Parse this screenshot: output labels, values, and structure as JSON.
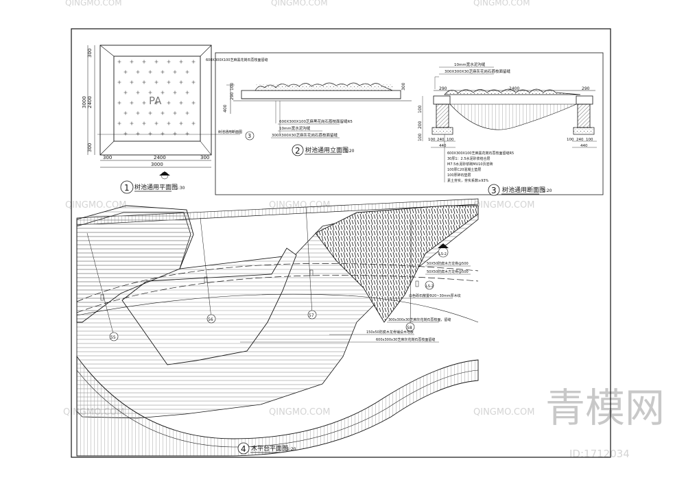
{
  "drawing": {
    "plan1": {
      "number": "1",
      "title": "树池通用平面图",
      "scale": "1:30",
      "pit_code": "PA",
      "dims_top": [
        "300",
        "2400",
        "300"
      ],
      "dim_total": "3000",
      "dims_left": [
        "300",
        "2400",
        "300"
      ],
      "dim_left_total": "3000",
      "section_ref": "3",
      "section_ref_label": "树池通用断面图",
      "top_note": "600X300X100芝麻黑花岗石荔枝面留缝"
    },
    "elev2": {
      "number": "2",
      "title": "树池通用立面图",
      "scale": "1:20",
      "notes": [
        "600X300X100芝麻黑花岗石荔枝面留缝R5",
        "10mm宽水泥沟缝",
        "300X300X30芝麻灰花岗石荔枝面留缝"
      ],
      "dims": [
        "400",
        "290",
        "100",
        "300"
      ]
    },
    "sect3": {
      "number": "3",
      "title": "树池通用断面图",
      "scale": "1:20",
      "notes_top": [
        "10mm宽水泥沟缝",
        "300X300X30芝麻灰花岗石荔枝面留缝"
      ],
      "dims_top": [
        "290",
        "2400",
        "290"
      ],
      "dims_bottom_left": [
        "100",
        "240",
        "100",
        "440"
      ],
      "dims_bottom_right": [
        "100",
        "240",
        "100",
        "440"
      ],
      "dims_side": [
        "100",
        "200",
        "100"
      ],
      "notes_bottom": [
        "600X300X100芝麻黑花岗石荔枝面留缝R5",
        "30厚1：2.5水泥砂浆结合层",
        "M7.5水泥砂浆砌MU10页岩砖",
        "100厚C20混凝土垫层",
        "100厚碎石垫层",
        "素土夯实，夯实系数≥93%"
      ]
    },
    "plan4": {
      "number": "4",
      "title": "木平台平面图",
      "scale": "1:20",
      "refs": [
        "55",
        "56",
        "57",
        "58"
      ],
      "sheet_ref": "LS-2",
      "notes": [
        "50X50防腐木方龙骨@500",
        "50X50防腐木方龙骨@500",
        "白色砾石散置Φ20~30mm厚木纹",
        "300x300x30芝麻灰花岗石荔枝面，留缝",
        "150x50防腐木龙骨铺设木地板",
        "600x300x30芝麻灰花岗石荔枝面留缝"
      ]
    }
  },
  "watermark": {
    "brand_cn": "青模网",
    "brand_en": "QINGMO.COM",
    "id_label": "ID:1712034"
  }
}
